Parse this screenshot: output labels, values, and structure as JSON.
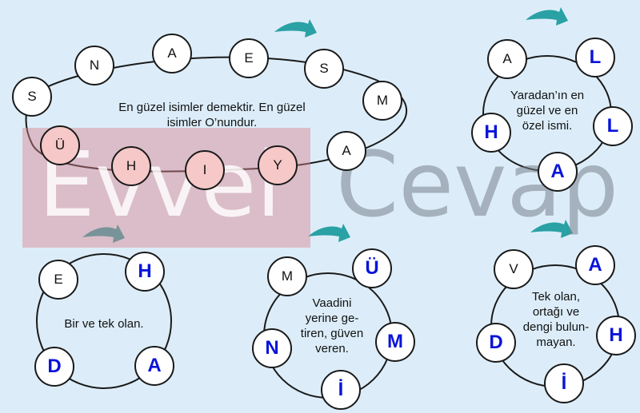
{
  "watermark": {
    "part1": "Evvel",
    "part2": "Cevap"
  },
  "colors": {
    "background": "#dcedf9",
    "arrow": "#2aa1a4",
    "letter_blue": "#0a14d8",
    "highlight": "#f6c8c8",
    "line": "#1a1a1a"
  },
  "main_ring": {
    "description": "En güzel isimler demektir. En güzel\nisimler O’nundur.",
    "letters": [
      "S",
      "N",
      "A",
      "E",
      "S",
      "M",
      "A",
      "Y",
      "I",
      "H",
      "Ü"
    ]
  },
  "ring_allah": {
    "description": "Yaradan’ın en\ngüzel ve en\nözel ismi.",
    "letters": [
      "A",
      "L",
      "L",
      "A",
      "H"
    ]
  },
  "ring_ehad": {
    "description": "Bir ve tek olan.",
    "letters": [
      "E",
      "H",
      "A",
      "D"
    ]
  },
  "ring_mumin": {
    "description": "Vaadini\nyerine ge-\ntiren, güven\nveren.",
    "letters": [
      "M",
      "Ü",
      "M",
      "İ",
      "N"
    ]
  },
  "ring_vahid": {
    "description": "Tek olan,\nortağı ve\ndengi bulun-\nmayan.",
    "letters": [
      "V",
      "A",
      "H",
      "İ",
      "D"
    ]
  }
}
